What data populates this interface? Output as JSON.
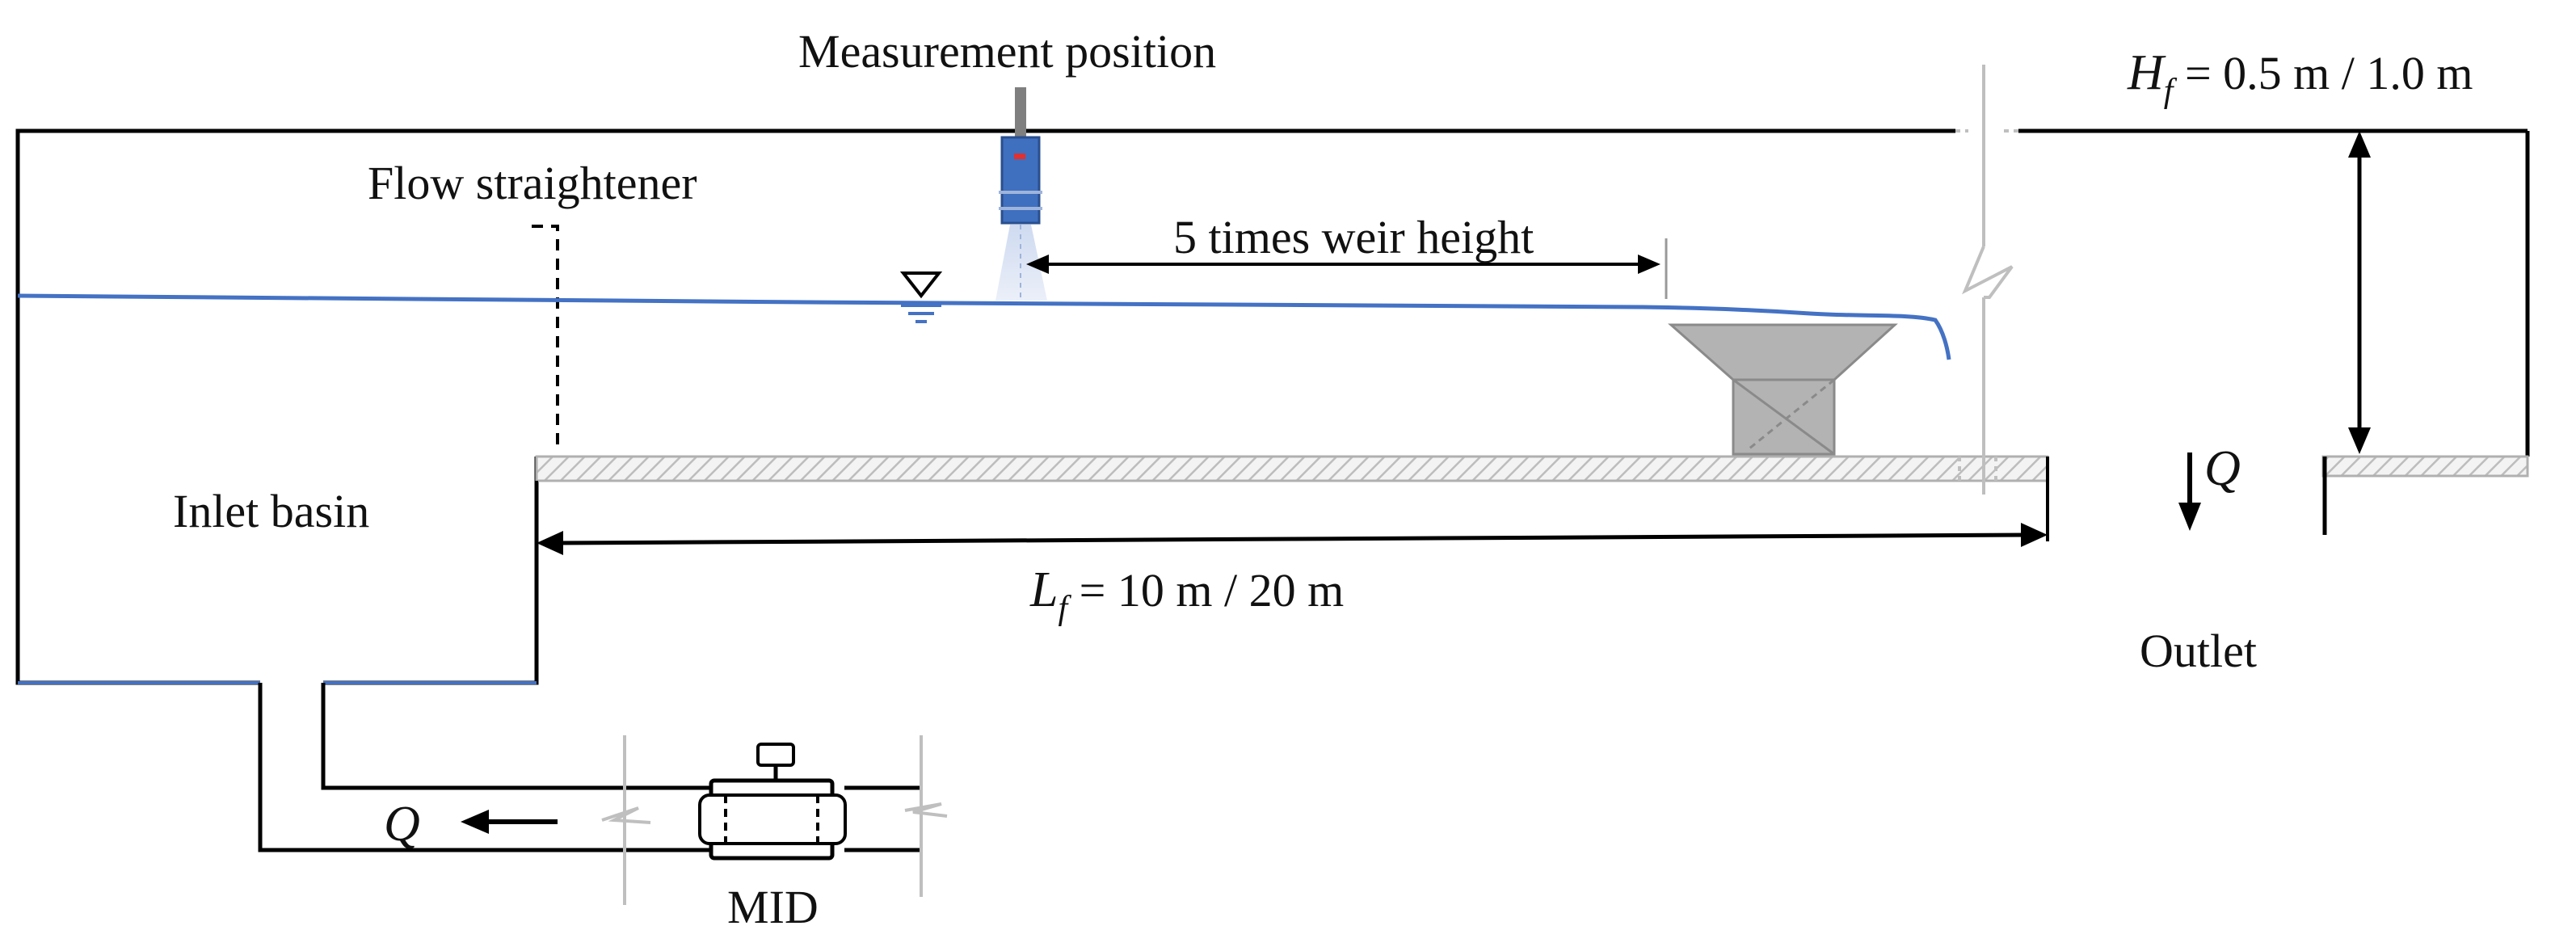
{
  "labels": {
    "measurement_position": "Measurement position",
    "flow_straightener": "Flow straightener",
    "five_times_weir_height": "5 times weir height",
    "inlet_basin": "Inlet basin",
    "outlet": "Outlet",
    "mid": "MID"
  },
  "equations": {
    "flume_height": {
      "symbol": "H",
      "sub": "f",
      "rest": " = 0.5 m / 1.0 m"
    },
    "flume_length": {
      "symbol": "L",
      "sub": "f",
      "rest": " = 10 m / 20 m"
    }
  },
  "flow_symbol": "Q",
  "colors": {
    "outline": "#000000",
    "water": "#4472c4",
    "weir": "#b3b3b3",
    "break_lines": "#bfbfbf",
    "sensor": "#3f6fbf"
  }
}
